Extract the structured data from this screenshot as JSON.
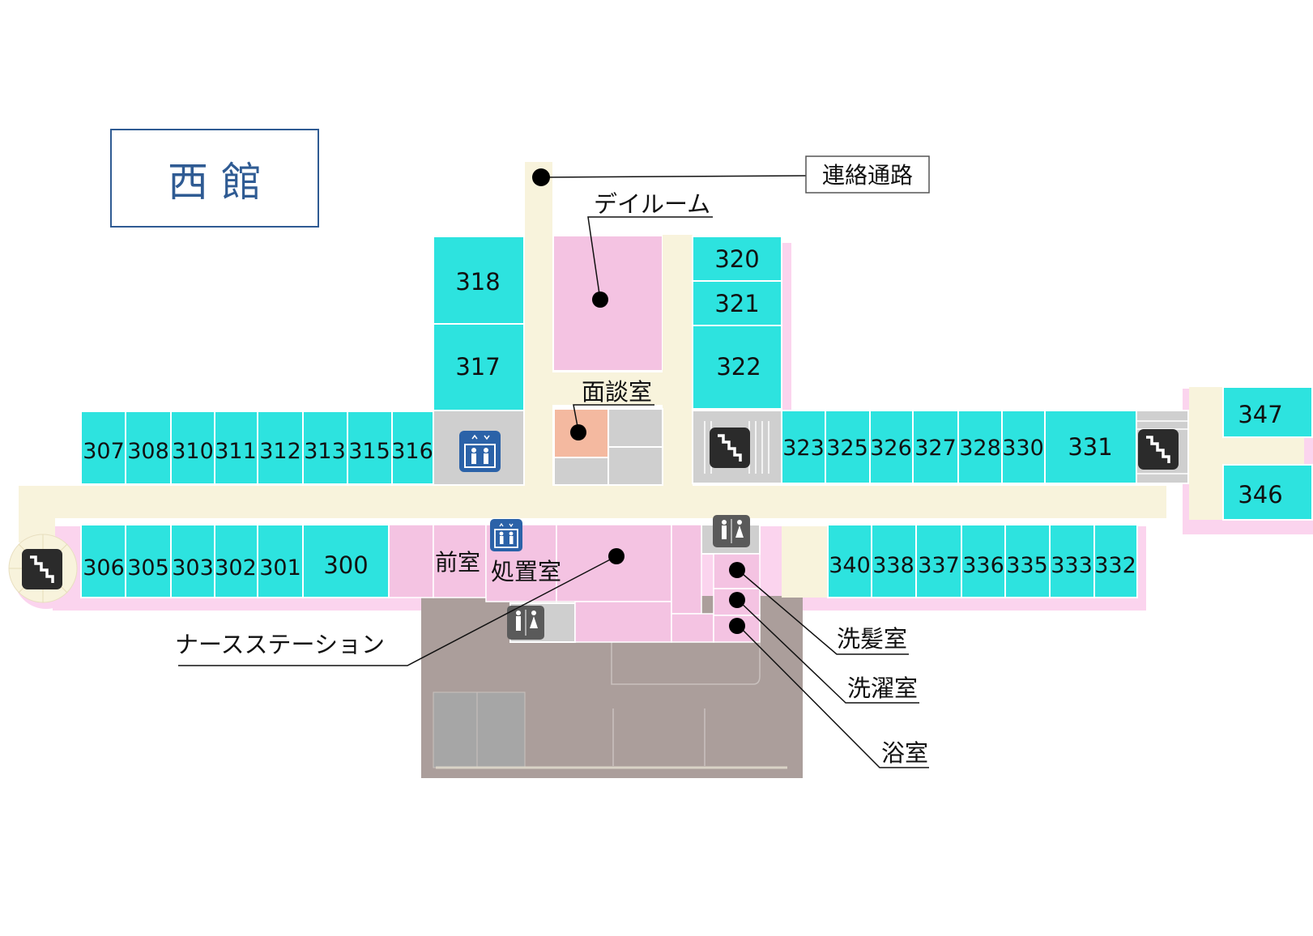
{
  "title": "西 館",
  "colors": {
    "room": "#2de3df",
    "room_border": "#ffffff",
    "corridor": "#f8f3dc",
    "facility": "#f4c3e2",
    "interview": "#f4b9a0",
    "service_gray": "#cfcfcf",
    "parking": "#ab9e9b",
    "parking_slot": "#a6a6a6",
    "outline": "#fbd4ee",
    "title_border": "#2f5b93",
    "title_text": "#2f5b93",
    "icon_stairs": "#2b2b2b",
    "icon_elevator": "#2b62a8",
    "icon_toilet": "#5a5a5a"
  },
  "rooms": {
    "r307": "307",
    "r308": "308",
    "r310": "310",
    "r311": "311",
    "r312": "312",
    "r313": "313",
    "r315": "315",
    "r316": "316",
    "r318": "318",
    "r317": "317",
    "r320": "320",
    "r321": "321",
    "r322": "322",
    "r323": "323",
    "r325": "325",
    "r326": "326",
    "r327": "327",
    "r328": "328",
    "r330": "330",
    "r331": "331",
    "r347": "347",
    "r346": "346",
    "r306": "306",
    "r305": "305",
    "r303": "303",
    "r302": "302",
    "r301": "301",
    "r300": "300",
    "r340": "340",
    "r338": "338",
    "r337": "337",
    "r336": "336",
    "r335": "335",
    "r333": "333",
    "r332": "332"
  },
  "labels": {
    "corridor_link": "連絡通路",
    "day_room": "デイルーム",
    "interview_room": "面談室",
    "front_room": "前室",
    "treatment_room": "処置室",
    "nurse_station": "ナースステーション",
    "hair_wash_room": "洗髪室",
    "laundry_room": "洗濯室",
    "bath_room": "浴室"
  },
  "icons": {
    "stairs": "stairs-icon",
    "elevator": "elevator-icon",
    "toilet": "toilet-icon"
  }
}
